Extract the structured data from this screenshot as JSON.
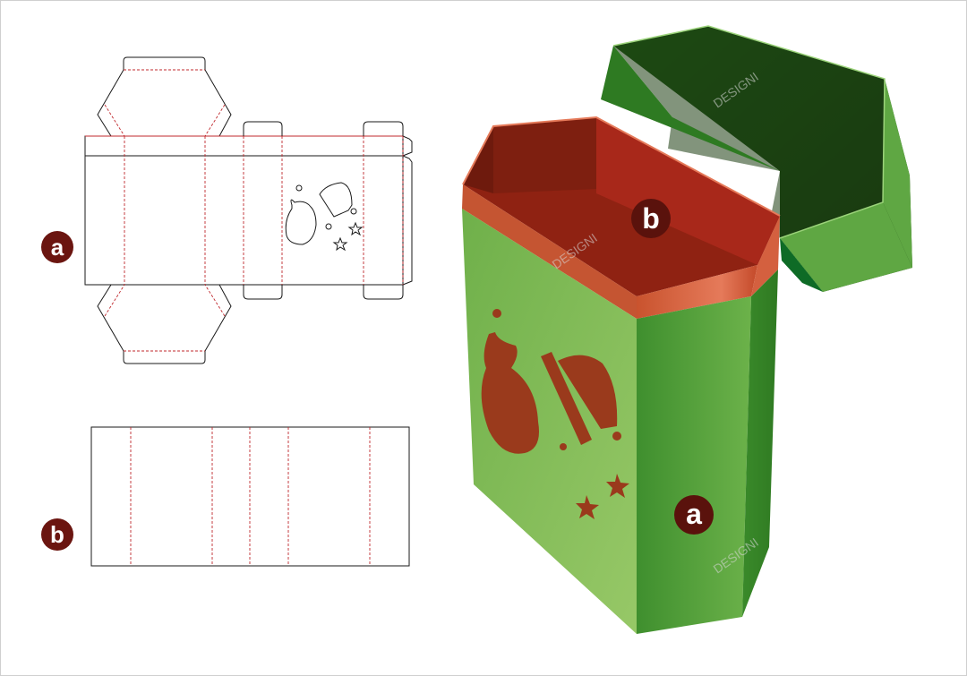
{
  "labels": {
    "dieline_a": "a",
    "dieline_b": "b",
    "box_a": "a",
    "box_b": "b"
  },
  "watermark": "DESIGNI",
  "colors": {
    "label_circle": "#6b1510",
    "box_green": "#7cbf55",
    "box_dark_green": "#3f8a2c",
    "lid_inner": "#1e4a12",
    "inner_red": "#9b2416",
    "rim_orange": "#e0694a",
    "cut_line": "#1a1a1a",
    "fold_line": "#c0282d"
  }
}
